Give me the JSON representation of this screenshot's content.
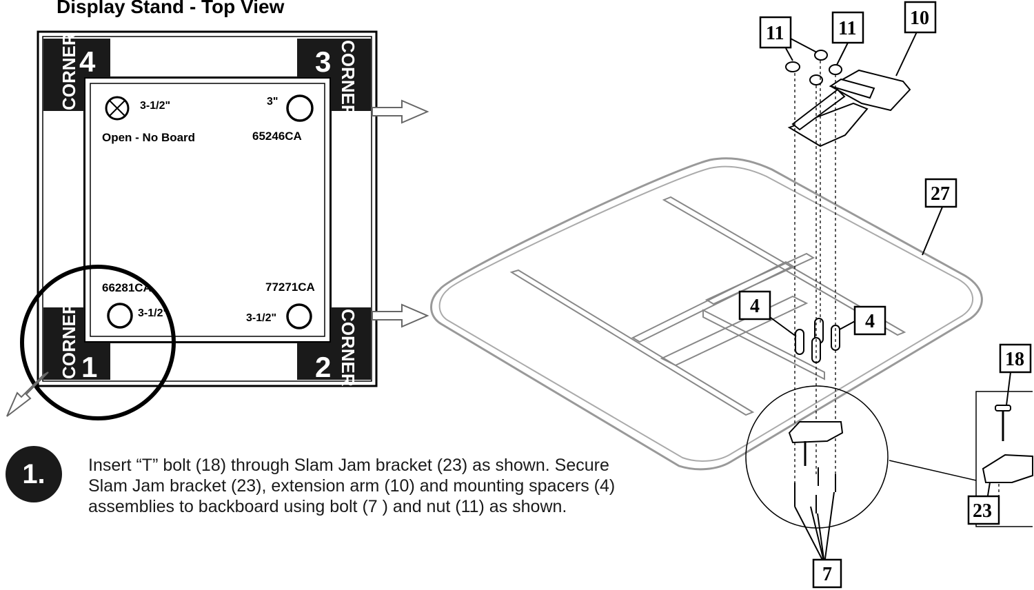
{
  "title": "Display Stand - Top View",
  "corners": [
    {
      "word": "CORNER",
      "number": "1"
    },
    {
      "word": "CORNER",
      "number": "2"
    },
    {
      "word": "CORNER",
      "number": "3"
    },
    {
      "word": "CORNER",
      "number": "4"
    }
  ],
  "holes": {
    "top_left": {
      "size": "3-1/2\"",
      "note": "Open - No Board"
    },
    "top_right": {
      "size": "3\"",
      "code": "65246CA"
    },
    "bottom_left": {
      "size": "3-1/2\"",
      "code": "66281CA"
    },
    "bottom_right": {
      "size": "3-1/2\"",
      "code": "77271CA"
    }
  },
  "callouts": {
    "nut_a": "11",
    "nut_b": "11",
    "arm": "10",
    "backboard": "27",
    "spacer_a": "4",
    "spacer_b": "4",
    "t_bolt": "18",
    "bracket": "23",
    "bolt": "7"
  },
  "step": {
    "number": "1.",
    "text": "Insert “T” bolt (18) through Slam Jam bracket (23) as shown. Secure Slam Jam bracket (23), extension arm (10) and mounting spacers (4) assemblies to backboard using bolt (7 ) and nut (11) as shown."
  }
}
